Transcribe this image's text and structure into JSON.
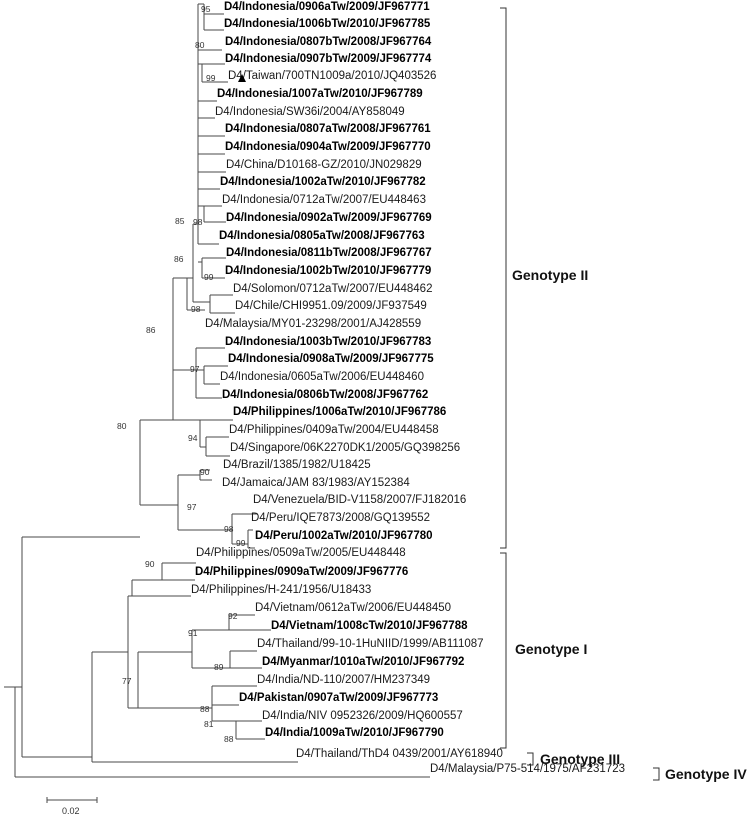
{
  "tree": {
    "leaves": [
      {
        "label": "D4/Indonesia/0906aTw/2009/JF967771",
        "bold": true
      },
      {
        "label": "D4/Indonesia/1006bTw/2010/JF967785",
        "bold": true
      },
      {
        "label": "D4/Indonesia/0807bTw/2008/JF967764",
        "bold": true
      },
      {
        "label": "D4/Indonesia/0907bTw/2009/JF967774",
        "bold": true
      },
      {
        "label": "D4/Taiwan/700TN1009a/2010/JQ403526",
        "bold": false,
        "marker": "triangle"
      },
      {
        "label": "D4/Indonesia/1007aTw/2010/JF967789",
        "bold": true
      },
      {
        "label": "D4/Indonesia/SW36i/2004/AY858049",
        "bold": false
      },
      {
        "label": "D4/Indonesia/0807aTw/2008/JF967761",
        "bold": true
      },
      {
        "label": "D4/Indonesia/0904aTw/2009/JF967770",
        "bold": true
      },
      {
        "label": "D4/China/D10168-GZ/2010/JN029829",
        "bold": false
      },
      {
        "label": "D4/Indonesia/1002aTw/2010/JF967782",
        "bold": true
      },
      {
        "label": "D4/Indonesia/0712aTw/2007/EU448463",
        "bold": false
      },
      {
        "label": "D4/Indonesia/0902aTw/2009/JF967769",
        "bold": true
      },
      {
        "label": "D4/Indonesia/0805aTw/2008/JF967763",
        "bold": true
      },
      {
        "label": "D4/Indonesia/0811bTw/2008/JF967767",
        "bold": true
      },
      {
        "label": "D4/Indonesia/1002bTw/2010/JF967779",
        "bold": true
      },
      {
        "label": "D4/Solomon/0712aTw/2007/EU448462",
        "bold": false
      },
      {
        "label": "D4/Chile/CHI9951.09/2009/JF937549",
        "bold": false
      },
      {
        "label": "D4/Malaysia/MY01-23298/2001/AJ428559",
        "bold": false
      },
      {
        "label": "D4/Indonesia/1003bTw/2010/JF967783",
        "bold": true
      },
      {
        "label": "D4/Indonesia/0908aTw/2009/JF967775",
        "bold": true
      },
      {
        "label": "D4/Indonesia/0605aTw/2006/EU448460",
        "bold": false
      },
      {
        "label": "D4/Indonesia/0806bTw/2008/JF967762",
        "bold": true
      },
      {
        "label": "D4/Philippines/1006aTw/2010/JF967786",
        "bold": true
      },
      {
        "label": "D4/Philippines/0409aTw/2004/EU448458",
        "bold": false
      },
      {
        "label": "D4/Singapore/06K2270DK1/2005/GQ398256",
        "bold": false
      },
      {
        "label": "D4/Brazil/1385/1982/U18425",
        "bold": false
      },
      {
        "label": "D4/Jamaica/JAM 83/1983/AY152384",
        "bold": false
      },
      {
        "label": "D4/Venezuela/BID-V1158/2007/FJ182016",
        "bold": false
      },
      {
        "label": "D4/Peru/IQE7873/2008/GQ139552",
        "bold": false
      },
      {
        "label": "D4/Peru/1002aTw/2010/JF967780",
        "bold": true
      },
      {
        "label": "D4/Philippines/0509aTw/2005/EU448448",
        "bold": false
      },
      {
        "label": "D4/Philippines/0909aTw/2009/JF967776",
        "bold": true
      },
      {
        "label": "D4/Philippines/H-241/1956/U18433",
        "bold": false
      },
      {
        "label": "D4/Vietnam/0612aTw/2006/EU448450",
        "bold": false
      },
      {
        "label": "D4/Vietnam/1008cTw/2010/JF967788",
        "bold": true
      },
      {
        "label": "D4/Thailand/99-10-1HuNIID/1999/AB111087",
        "bold": false
      },
      {
        "label": "D4/Myanmar/1010aTw/2010/JF967792",
        "bold": true
      },
      {
        "label": "D4/India/ND-110/2007/HM237349",
        "bold": false
      },
      {
        "label": "D4/Pakistan/0907aTw/2009/JF967773",
        "bold": true
      },
      {
        "label": "D4/India/NIV 0952326/2009/HQ600557",
        "bold": false
      },
      {
        "label": "D4/India/1009aTw/2010/JF967790",
        "bold": true
      },
      {
        "label": "D4/Thailand/ThD4 0439/2001/AY618940",
        "bold": false
      },
      {
        "label": "D4/Malaysia/P75-514/1975/AF231723",
        "bold": false
      }
    ],
    "bootstrap": [
      "95",
      "80",
      "99",
      "85",
      "98",
      "86",
      "99",
      "98",
      "86",
      "97",
      "80",
      "94",
      "90",
      "97",
      "98",
      "99",
      "90",
      "92",
      "91",
      "89",
      "77",
      "88",
      "81",
      "88"
    ],
    "genotypes": [
      {
        "label": "Genotype II"
      },
      {
        "label": "Genotype I"
      },
      {
        "label": "Genotype III"
      },
      {
        "label": "Genotype IV"
      }
    ],
    "scale_bar": {
      "label": "0.02"
    }
  }
}
